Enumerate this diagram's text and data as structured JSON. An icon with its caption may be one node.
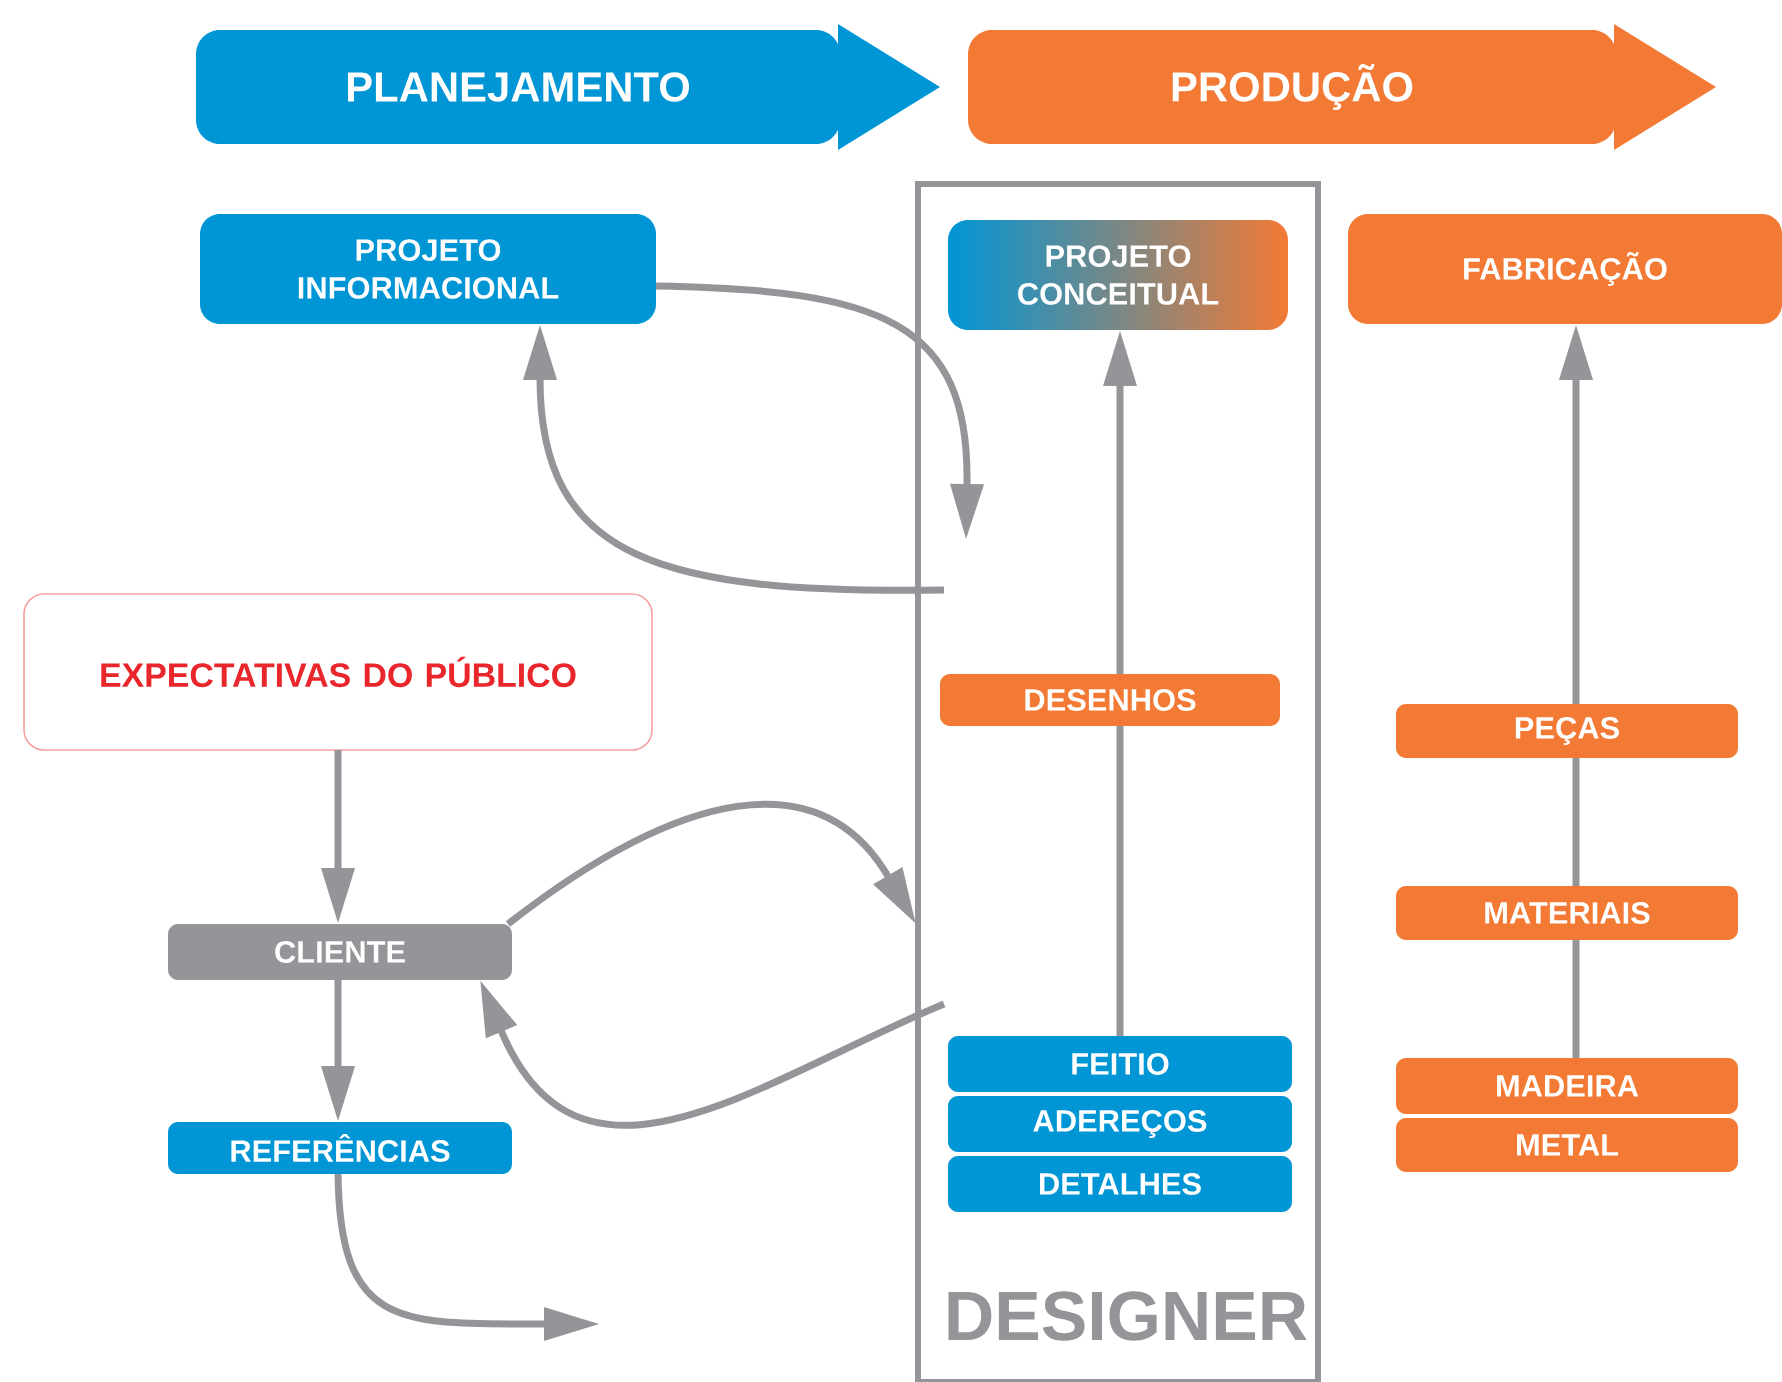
{
  "diagram": {
    "nodes": [
      {
        "text": [
          "PLANEJAMENTO"
        ]
      },
      {
        "text": [
          "PRODUÇÃO"
        ]
      },
      {
        "text": [
          "DESIGNER"
        ]
      },
      {
        "text": [
          "PROJETO INFORMACIONAL"
        ]
      },
      {
        "text": [
          "PROJETO CONCEITUAL"
        ],
        "in": 2
      },
      {
        "text": [
          "FABRICAÇÃO"
        ]
      },
      {
        "text": [
          "EXPECTATIVAS DO PÚBLICO"
        ]
      },
      {
        "text": [
          "DESENHOS"
        ],
        "in": 2
      },
      {
        "text": [
          "PEÇAS"
        ]
      },
      {
        "text": [
          "CLIENTE"
        ]
      },
      {
        "text": [
          "MATERIAIS"
        ]
      },
      {
        "text": [
          "FEITIO"
        ],
        "in": 2
      },
      {
        "text": [
          "ADEREÇOS"
        ],
        "in": 2
      },
      {
        "text": [
          "DETALHES"
        ],
        "in": 2
      },
      {
        "text": [
          "REFERÊNCIAS"
        ]
      },
      {
        "text": [
          "MADEIRA"
        ]
      },
      {
        "text": [
          "METAL"
        ]
      }
    ],
    "edges": [
      {
        "from": 3,
        "to": 2,
        "arrow": "to"
      },
      {
        "from": 2,
        "to": 3,
        "arrow": "to"
      },
      {
        "from": 6,
        "to": 9,
        "arrow": "to"
      },
      {
        "from": 9,
        "to": 2,
        "arrow": "to"
      },
      {
        "from": 2,
        "to": 9,
        "arrow": "to"
      },
      {
        "from": 9,
        "to": 14,
        "arrow": "to"
      },
      {
        "from": 14,
        "to": null,
        "arrow": "to"
      },
      {
        "from": 11,
        "to": 7,
        "arrow": "none"
      },
      {
        "from": 7,
        "to": 4,
        "arrow": "to"
      },
      {
        "from": 15,
        "to": 10,
        "arrow": "none"
      },
      {
        "from": 10,
        "to": 8,
        "arrow": "none"
      },
      {
        "from": 8,
        "to": 5,
        "arrow": "to"
      }
    ]
  }
}
